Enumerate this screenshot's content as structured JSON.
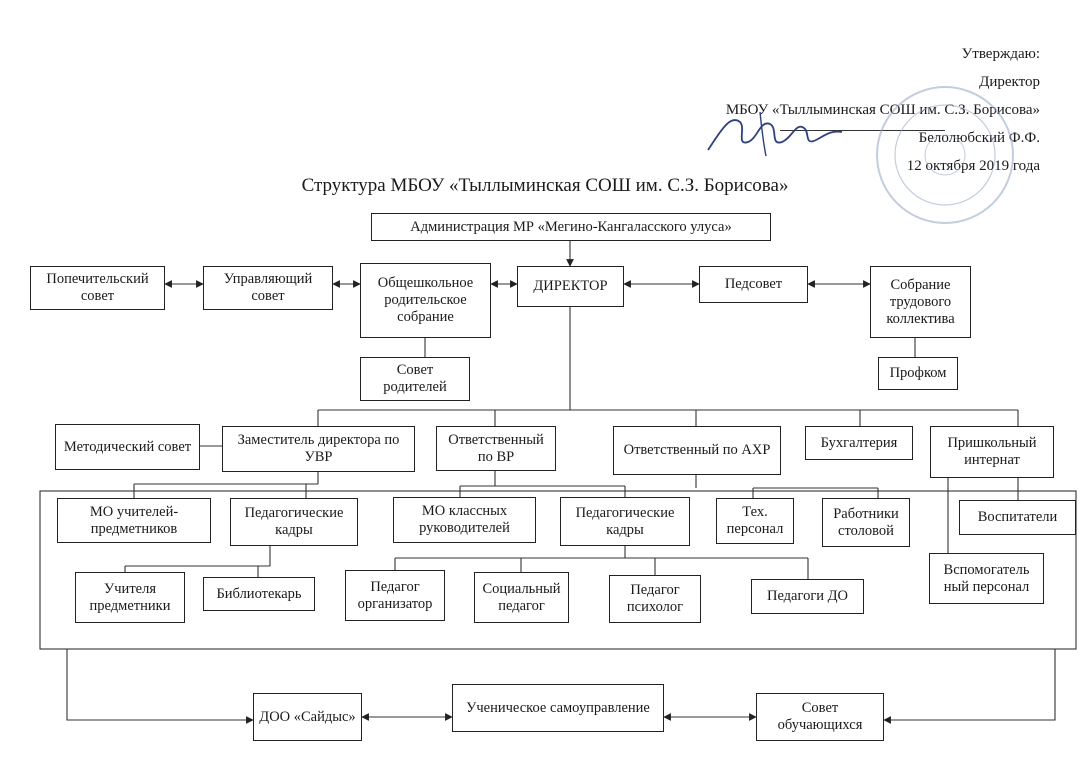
{
  "approval": {
    "line1": "Утверждаю:",
    "line2": "Директор",
    "line3": "МБОУ «Тыллыминская СОШ им. С.З. Борисова»",
    "line4": "Белолюбский Ф.Ф.",
    "line5": "12 октября 2019 года"
  },
  "title": "Структура МБОУ «Тыллыминская СОШ им. С.З. Борисова»",
  "boxes": {
    "admin": "Администрация МР «Мегино-Кангаласского улуса»",
    "popechitelsky": "Попечительский совет",
    "upravlyayushchy": "Управляющий совет",
    "obshcheshkolnoe": "Общешкольное родительское собрание",
    "director": "ДИРЕКТОР",
    "pedsovet": "Педсовет",
    "sobranie": "Собрание трудового коллектива",
    "sovet_roditeley": "Совет родителей",
    "profkom": "Профком",
    "metodichesky": "Методический совет",
    "zam_uvr": "Заместитель директора по УВР",
    "otv_vr": "Ответственный по ВР",
    "otv_ahr": "Ответственный по АХР",
    "buhgalteria": "Бухгалтерия",
    "internat": "Пришкольный интернат",
    "mo_uchiteley": "МО учителей-предметников",
    "ped_kadry_1": "Педагогические кадры",
    "mo_klassnyh": "МО классных руководителей",
    "ped_kadry_2": "Педагогические кадры",
    "teh_personal": "Тех. персонал",
    "rabotniki_stolovoy": "Работники столовой",
    "vospitateli": "Воспитатели",
    "vspomogatelny": "Вспомогатель ный персонал",
    "uchitelya": "Учителя предметники",
    "bibliotekar": "Библиотекарь",
    "ped_organizator": "Педагог организатор",
    "socialny_pedagog": "Социальный педагог",
    "ped_psiholog": "Педагог психолог",
    "pedagogi_do": "Педагоги ДО",
    "doo": "ДОО «Сайдыс»",
    "uchenicheskoe": "Ученическое самоуправление",
    "sovet_obuchayushchihsya": "Совет обучающихся"
  },
  "colors": {
    "stamp": "#8fa6c8",
    "signature": "#2a3f8f",
    "ink": "#222222"
  }
}
